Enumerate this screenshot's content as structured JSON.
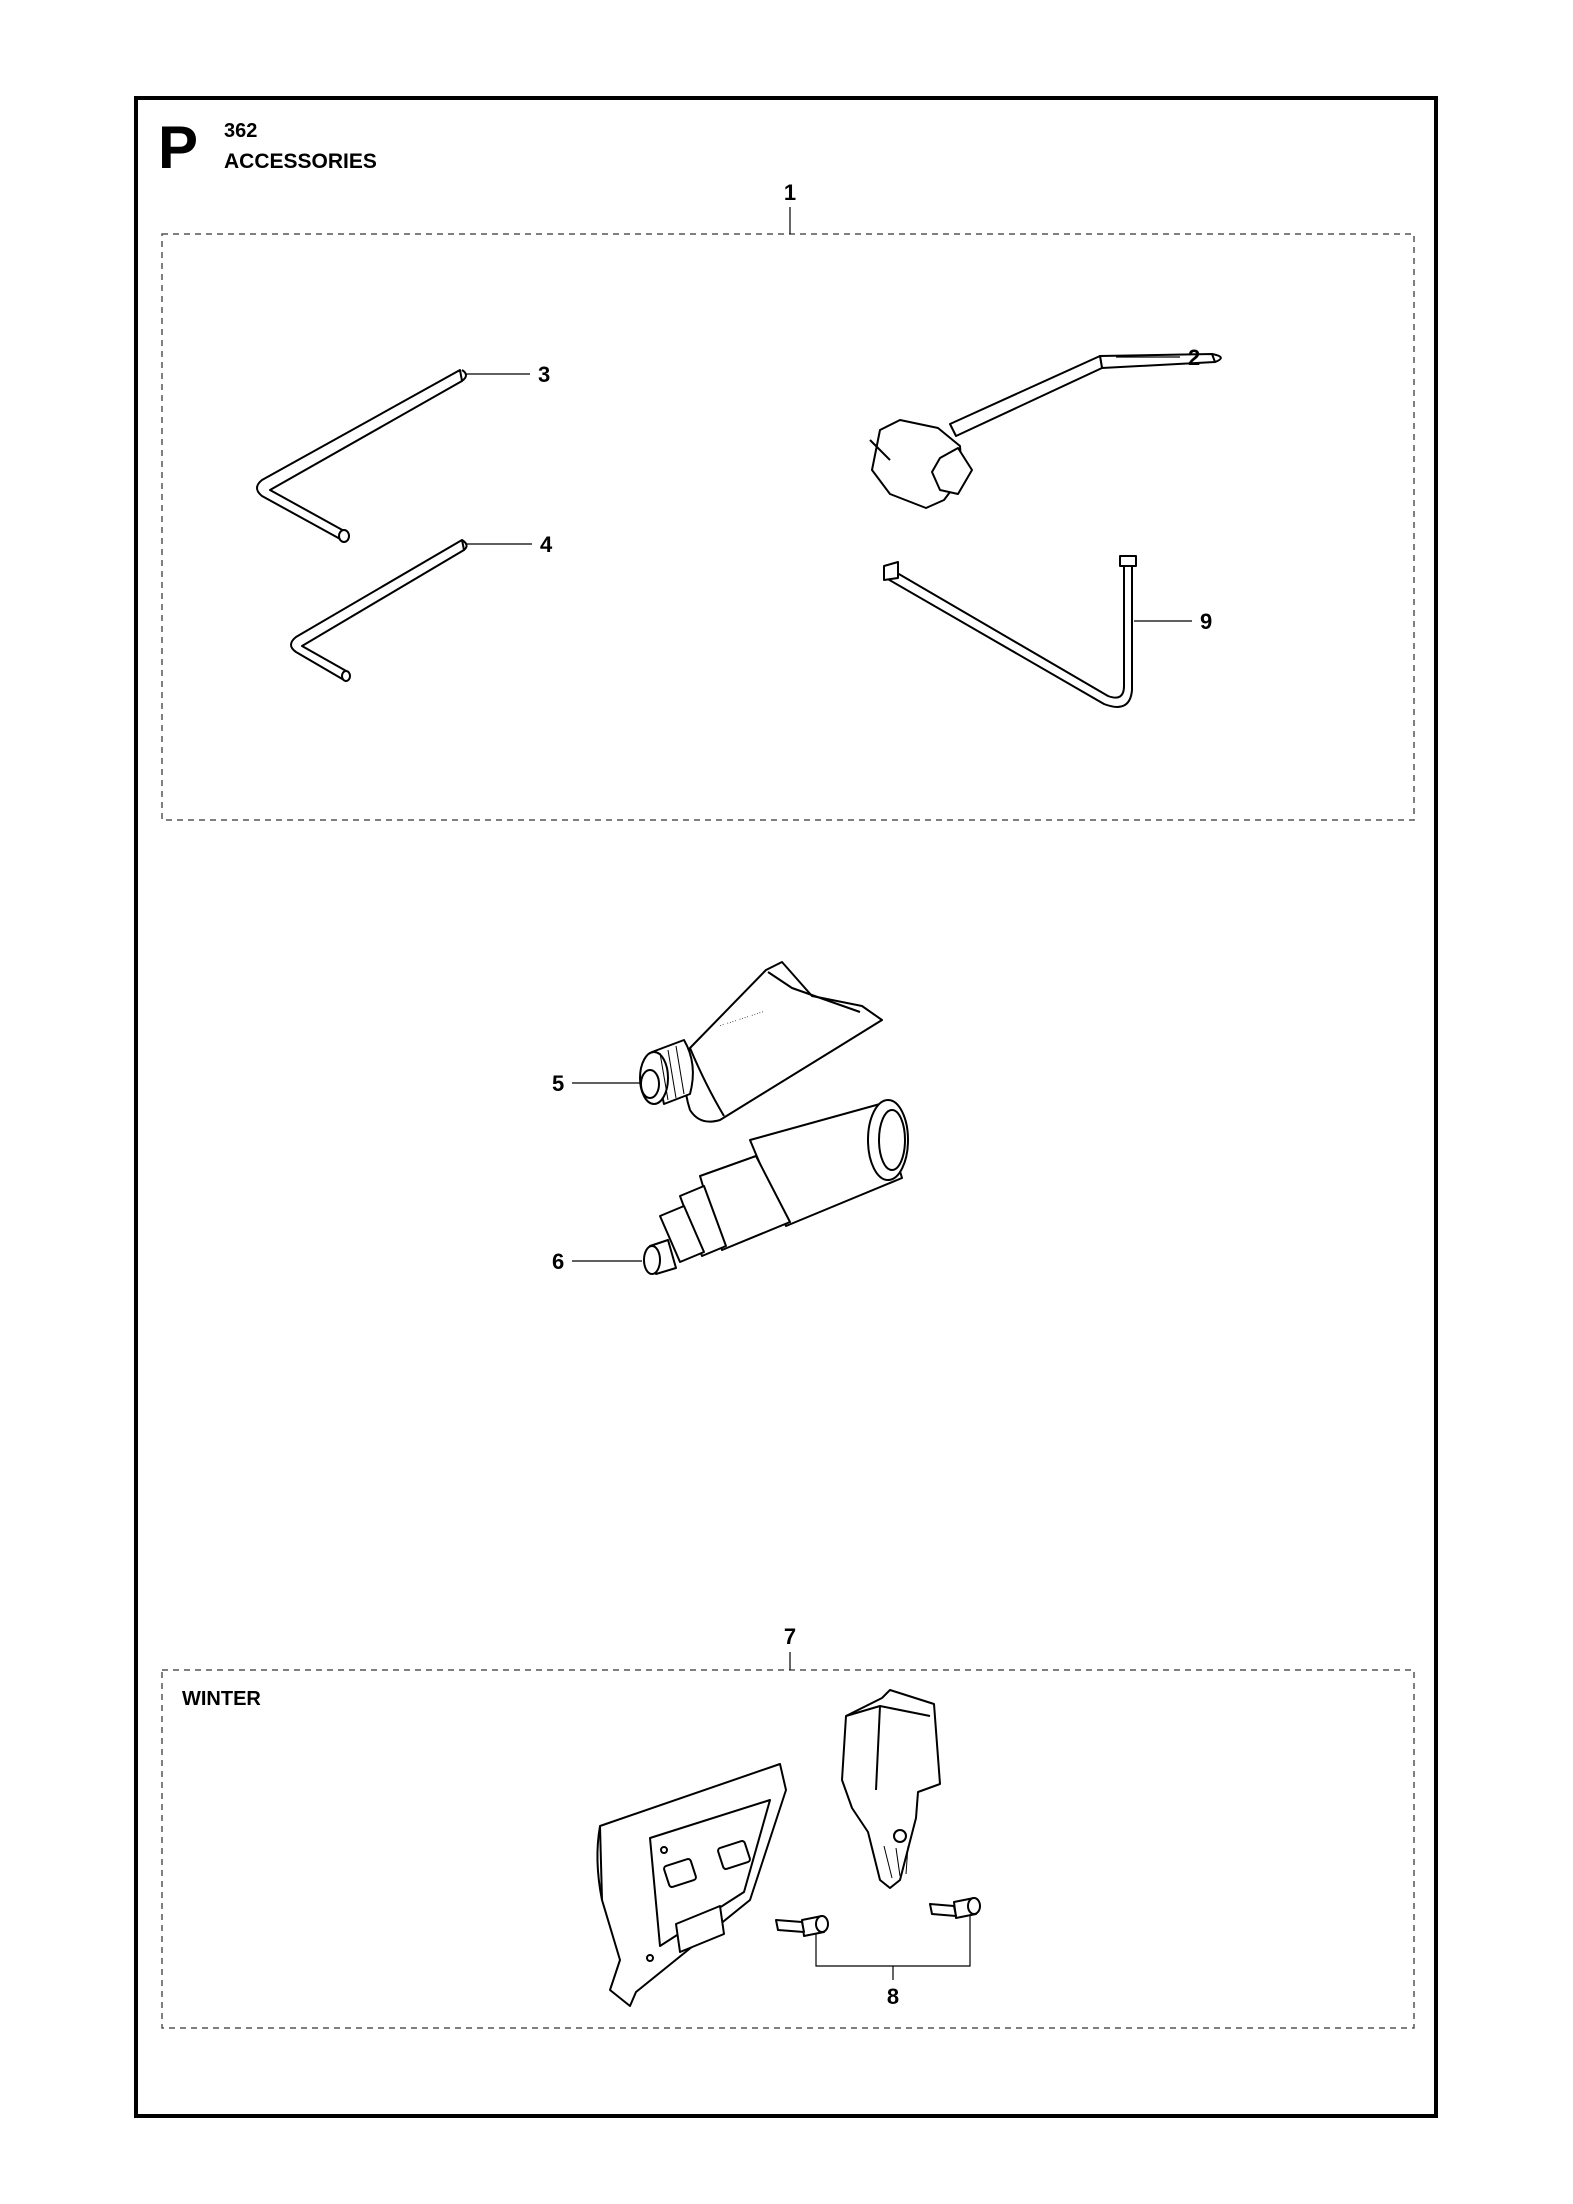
{
  "header": {
    "section_letter": "P",
    "model": "362",
    "title": "ACCESSORIES"
  },
  "groups": {
    "winter_label": "WINTER"
  },
  "callouts": {
    "c1": "1",
    "c2": "2",
    "c3": "3",
    "c4": "4",
    "c5": "5",
    "c6": "6",
    "c7": "7",
    "c8": "8",
    "c9": "9"
  },
  "parts": {
    "p1": "tool kit",
    "p2": "combination spanner",
    "p3": "hex key",
    "p4": "hex key",
    "p5": "grease tube",
    "p6": "grease gun",
    "p7": "winter kit",
    "p8": "screw",
    "p9": "torx key"
  }
}
